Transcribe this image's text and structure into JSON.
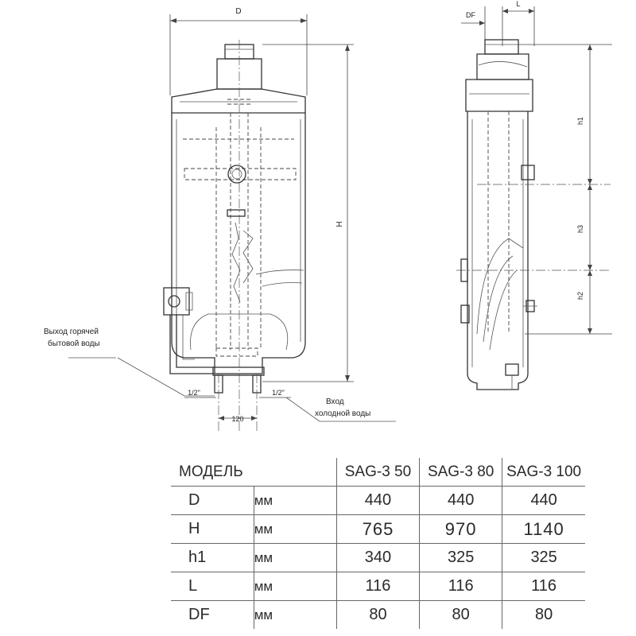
{
  "drawing": {
    "labels": {
      "dim_D": "D",
      "dim_H": "H",
      "dim_DF": "DF",
      "dim_L": "L",
      "dim_h1": "h1",
      "dim_h2": "h2",
      "dim_h3": "h3",
      "pipe_left": "1/2\"",
      "pipe_right": "1/2\"",
      "dim_120": "120",
      "hot_water_line1": "Выход горячей",
      "hot_water_line2": "бытовой воды",
      "cold_water_line1": "Вход",
      "cold_water_line2": "холодной воды"
    }
  },
  "table": {
    "header": {
      "model_label": "МОДЕЛЬ",
      "models": [
        "SAG-3 50",
        "SAG-3 80",
        "SAG-3 100"
      ]
    },
    "rows": [
      {
        "param": "D",
        "unit": "мм",
        "values": [
          "440",
          "440",
          "440"
        ]
      },
      {
        "param": "H",
        "unit": "мм",
        "values": [
          "765",
          "970",
          "1140"
        ]
      },
      {
        "param": "h1",
        "unit": "мм",
        "values": [
          "340",
          "325",
          "325"
        ]
      },
      {
        "param": "L",
        "unit": "мм",
        "values": [
          "116",
          "116",
          "116"
        ]
      },
      {
        "param": "DF",
        "unit": "мм",
        "values": [
          "80",
          "80",
          "80"
        ]
      }
    ]
  }
}
